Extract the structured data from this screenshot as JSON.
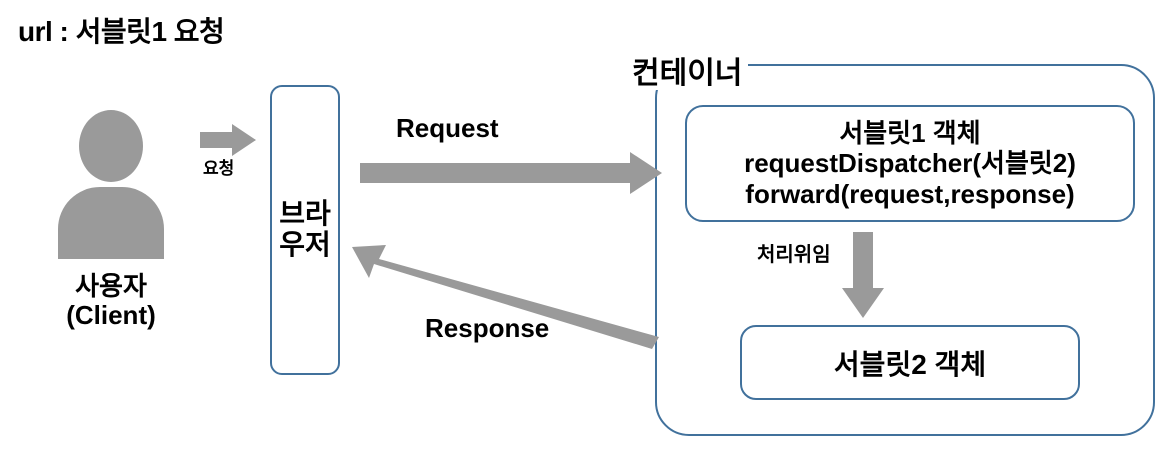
{
  "title": "url : 서블릿1 요청",
  "actors": {
    "user": {
      "name_line1": "사용자",
      "name_line2": "(Client)",
      "icon": "person-icon"
    },
    "browser": {
      "line1": "브라",
      "line2": "우저"
    }
  },
  "container": {
    "label": "컨테이너",
    "servlet1": {
      "line1": "서블릿1 객체",
      "line2": "requestDispatcher(서블릿2)",
      "line3": "forward(request,response)"
    },
    "servlet2": {
      "line1": "서블릿2 객체"
    },
    "delegate_arrow_label": "처리위임"
  },
  "arrows": {
    "user_to_browser": "요청",
    "browser_to_container": "Request",
    "container_to_browser": "Response"
  },
  "colors": {
    "box_border": "#41719c",
    "arrow_gray": "#9a9a9a",
    "text": "#000000",
    "background": "#ffffff"
  }
}
